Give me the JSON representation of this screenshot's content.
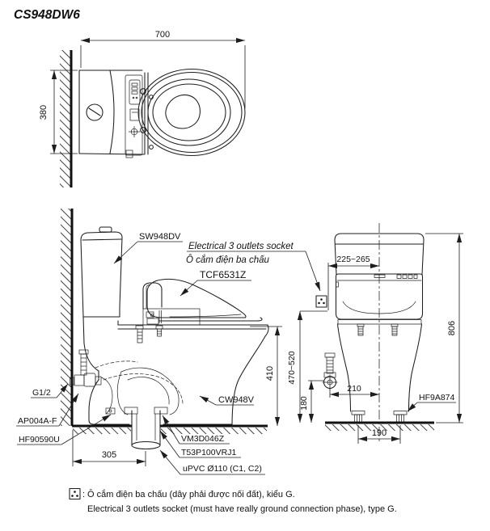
{
  "title": "CS948DW6",
  "colors": {
    "line": "#1d1d1d",
    "background": "#ffffff"
  },
  "top_view": {
    "dims": {
      "total_length": "700",
      "total_width": "380"
    }
  },
  "side_view": {
    "labels": {
      "cistern": "SW948DV",
      "socket_en": "Electrical 3 outlets socket",
      "socket_vi": "Ô cắm điện ba chấu",
      "washlet_seat": "TCF6531Z",
      "bowl": "CW948V",
      "supply_thread": "G1/2",
      "angle_valve": "AP004A-F",
      "fixing_kit": "HF90590U",
      "drain_flange": "VM3D046Z",
      "drain_joint": "T53P100VRJ1",
      "drain_pipe": "uPVC Ø110 (C1, C2)"
    },
    "dims": {
      "rim_height": "410",
      "outlet_offset": "305"
    }
  },
  "front_view": {
    "labels": {
      "bolt_caps": "HF9A874"
    },
    "dims": {
      "socket_side_offset": "225~265",
      "socket_height": "470~520",
      "inlet_height": "180",
      "inlet_offset": "210",
      "bolt_pitch": "190",
      "total_height": "806"
    }
  },
  "footnote": {
    "separator": ":",
    "vi": "Ô cắm điện ba chấu (dây phải được nối đất), kiểu G.",
    "en": "Electrical 3 outlets socket (must have really ground connection phase), type G."
  }
}
